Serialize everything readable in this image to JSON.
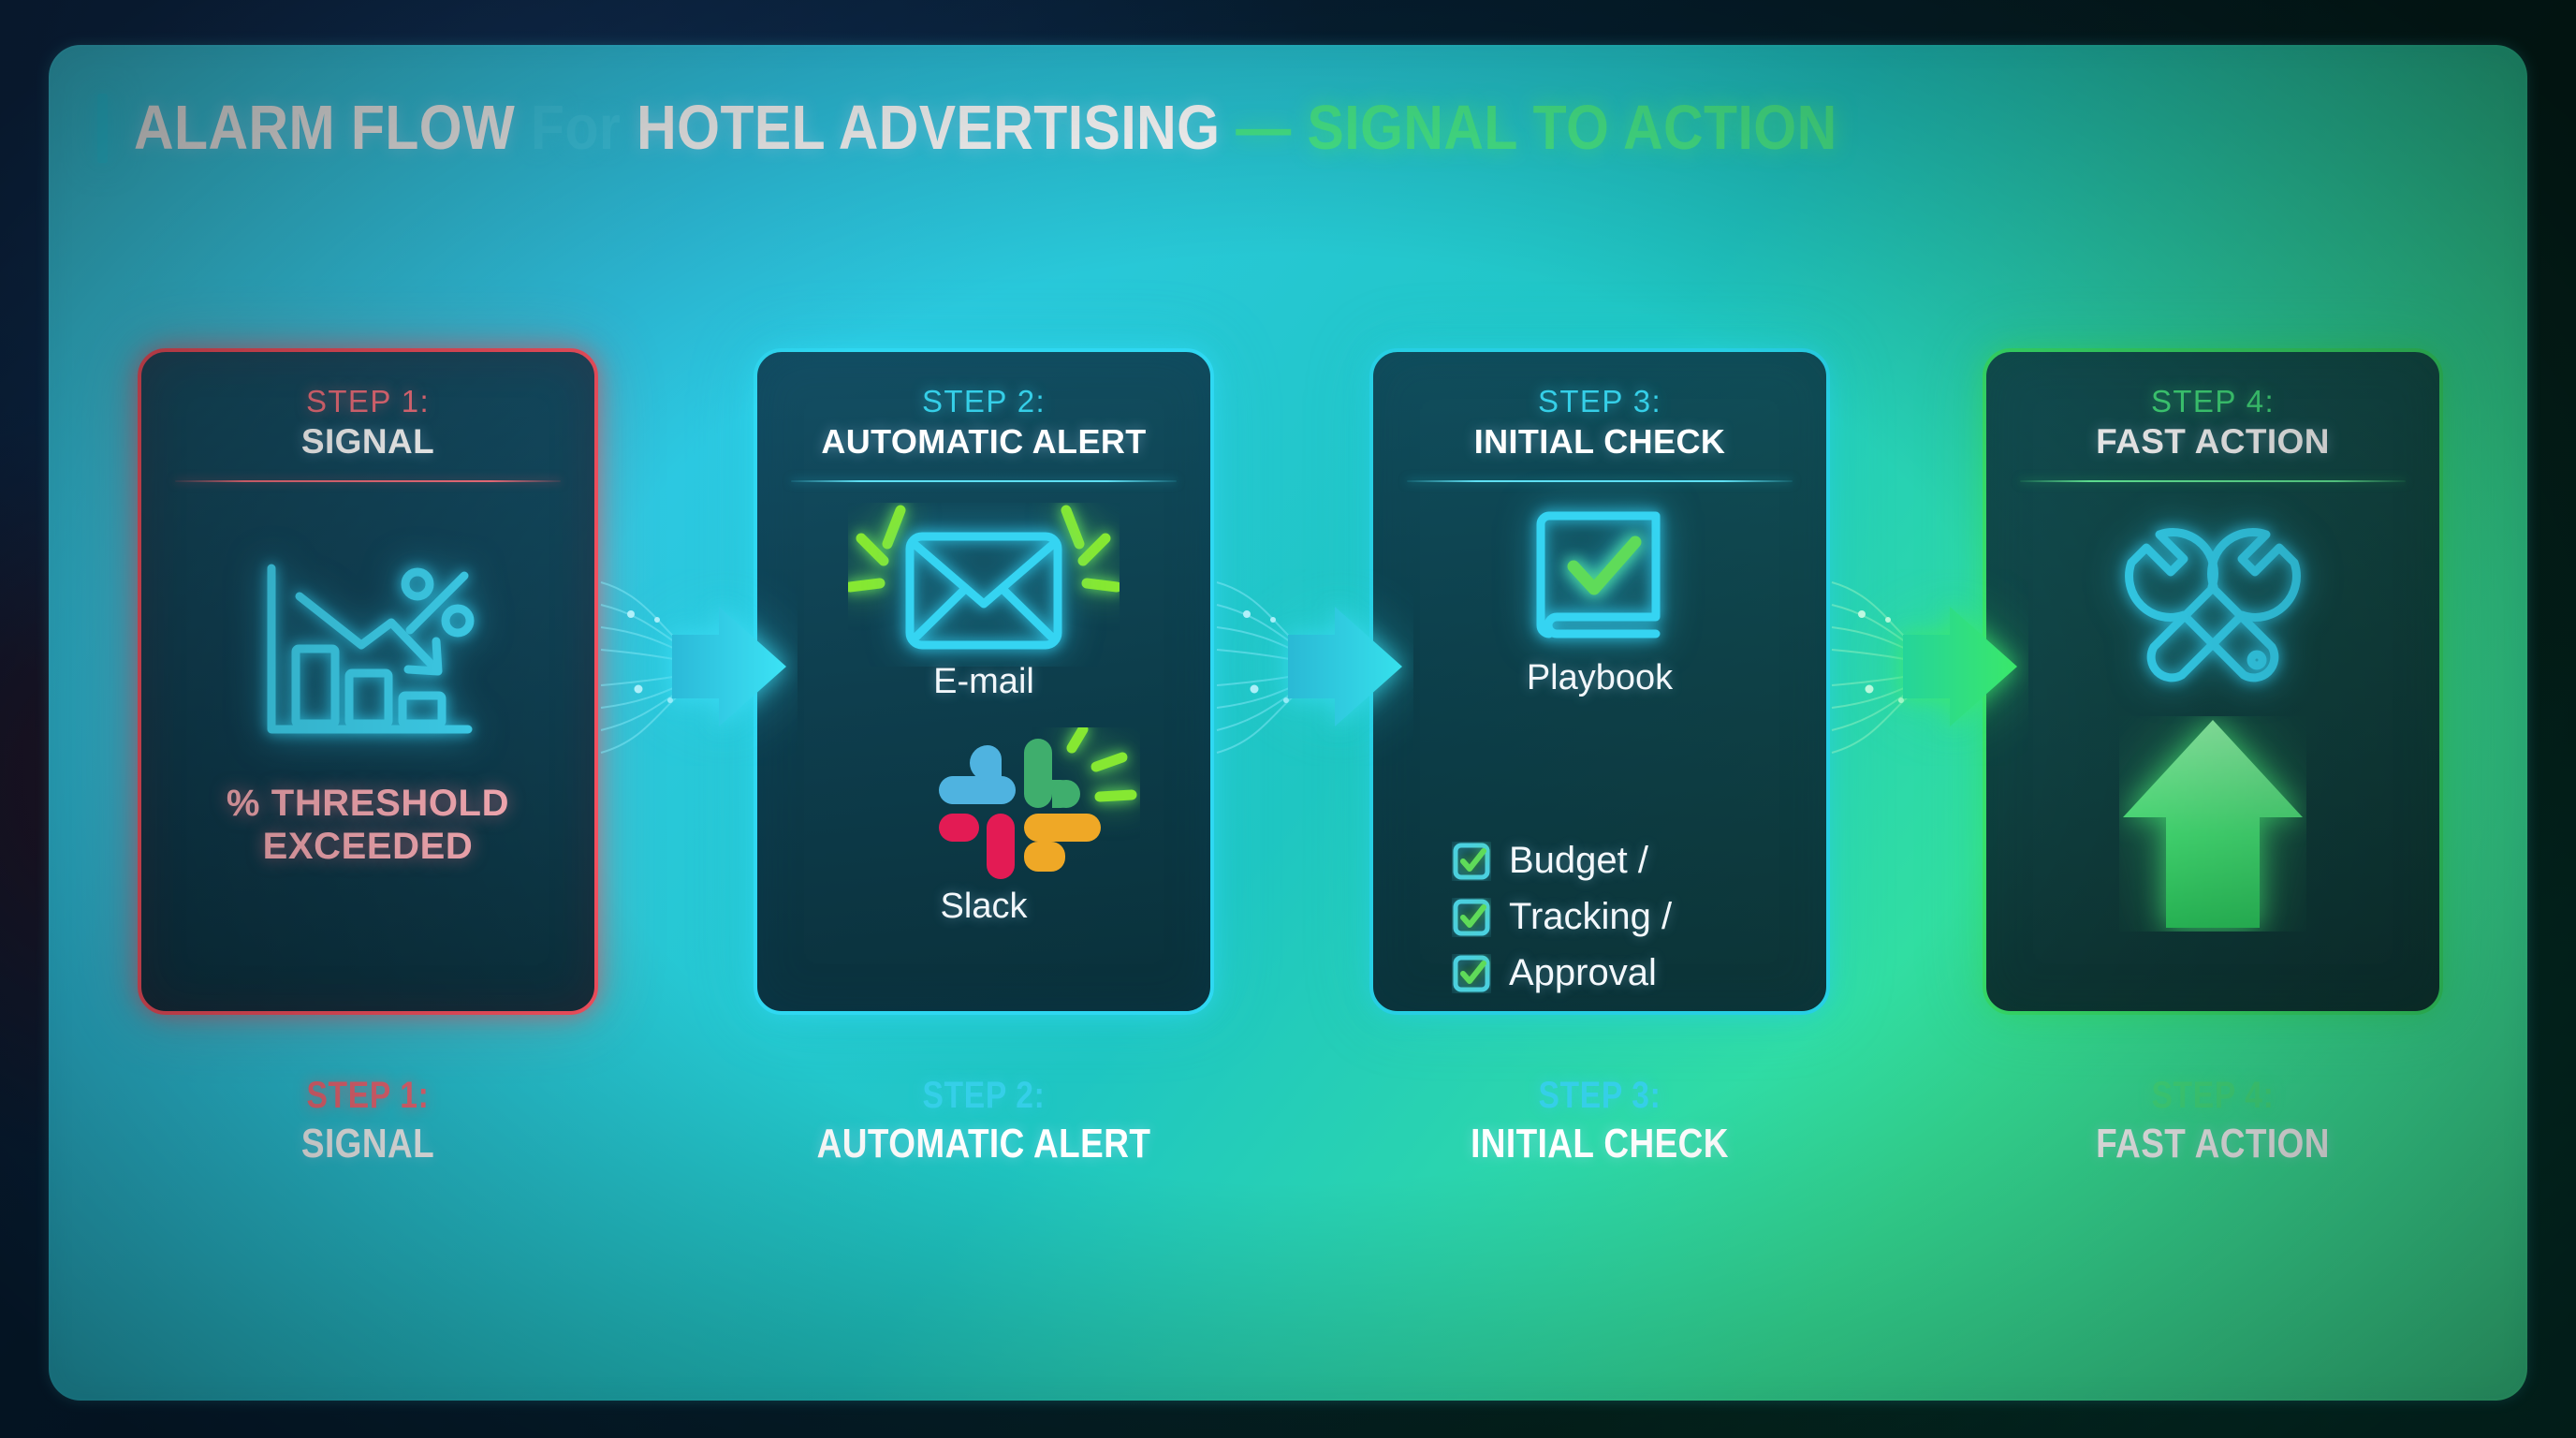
{
  "header": {
    "title_part_1": "ALARM FLOW ",
    "title_part_2": "For ",
    "title_part_3": "HOTEL ADVERTISING ",
    "title_part_4": "— SIGNAL TO ACTION",
    "accent_bar_color": "#2fd8f2"
  },
  "theme": {
    "background_top_left": "#0c2546",
    "background_bottom_right": "#03281f",
    "frame_border_start": "#3fd6ef",
    "frame_border_end": "#42f0a0"
  },
  "steps": [
    {
      "kicker": "STEP 1:",
      "name": "SIGNAL",
      "color": "#f4505f",
      "kicker_color": "#f4717e",
      "icon": "declining-bar-chart-percent-icon",
      "footer_text": "% THRESHOLD\nEXCEEDED",
      "footer_line_1": "% THRESHOLD",
      "footer_line_2": "EXCEEDED"
    },
    {
      "kicker": "STEP 2:",
      "name": "AUTOMATIC ALERT",
      "color": "#2fd8f2",
      "kicker_color": "#35cfe8",
      "channels": [
        {
          "icon": "envelope-icon",
          "label": "E-mail"
        },
        {
          "icon": "slack-logo-icon",
          "label": "Slack"
        }
      ]
    },
    {
      "kicker": "STEP 3:",
      "name": "INITIAL CHECK",
      "color": "#27cfe4",
      "kicker_color": "#35cfe8",
      "icon": "playbook-check-icon",
      "icon_label": "Playbook",
      "checklist": [
        {
          "label": "Budget /",
          "checked": true
        },
        {
          "label": "Tracking /",
          "checked": true
        },
        {
          "label": "Approval",
          "checked": true
        }
      ]
    },
    {
      "kicker": "STEP 4:",
      "name": "FAST ACTION",
      "color": "#37e06a",
      "kicker_color": "#43e07e",
      "icon": "wrench-screwdriver-icon",
      "secondary_icon": "up-arrow-icon"
    }
  ],
  "connectors": [
    {
      "name": "arrow-step1-to-step2",
      "color": "#2fd8f2"
    },
    {
      "name": "arrow-step2-to-step3",
      "color": "#2ad9dd"
    },
    {
      "name": "arrow-step3-to-step4",
      "color": "#37e06a"
    }
  ],
  "footer_labels": [
    {
      "kicker": "STEP 1:",
      "name": "SIGNAL"
    },
    {
      "kicker": "STEP 2:",
      "name": "AUTOMATIC ALERT"
    },
    {
      "kicker": "STEP 3:",
      "name": "INITIAL CHECK"
    },
    {
      "kicker": "STEP 4:",
      "name": "FAST ACTION"
    }
  ],
  "slack_colors": {
    "blue": "#4fb3e0",
    "green": "#3fae6d",
    "crimson": "#e31b54",
    "yellow": "#efa826"
  }
}
